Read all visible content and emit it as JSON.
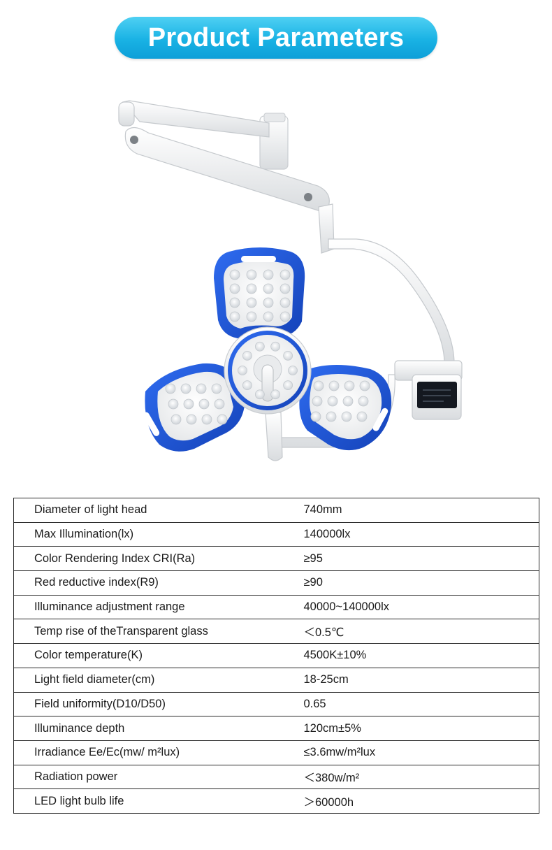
{
  "header": {
    "title": "Product Parameters"
  },
  "product_image": {
    "panel_color": "#1f5ad8",
    "arm_color": "#eef0f2",
    "description_icon": "surgical-light-icon"
  },
  "specs": [
    {
      "name": "Diameter of light head",
      "value": "740mm"
    },
    {
      "name": "Max Illumination(lx)",
      "value": "140000lx"
    },
    {
      "name": "Color Rendering Index CRI(Ra)",
      "value": "≥95"
    },
    {
      "name": "Red reductive index(R9)",
      "value": "≥90"
    },
    {
      "name": "Illuminance adjustment range",
      "value": "40000~140000lx"
    },
    {
      "name": "Temp rise of theTransparent glass",
      "value": "＜0.5℃"
    },
    {
      "name": "Color temperature(K)",
      "value": "4500K±10%"
    },
    {
      "name": "Light field diameter(cm)",
      "value": "18-25cm"
    },
    {
      "name": "Field uniformity(D10/D50)",
      "value": "0.65"
    },
    {
      "name": "Illuminance depth",
      "value": "120cm±5%"
    },
    {
      "name": "Irradiance Ee/Ec(mw/ m²lux)",
      "value": "≤3.6mw/m²lux"
    },
    {
      "name": "Radiation power",
      "value": "＜380w/m²"
    },
    {
      "name": "LED light bulb life",
      "value": "＞60000h"
    }
  ]
}
